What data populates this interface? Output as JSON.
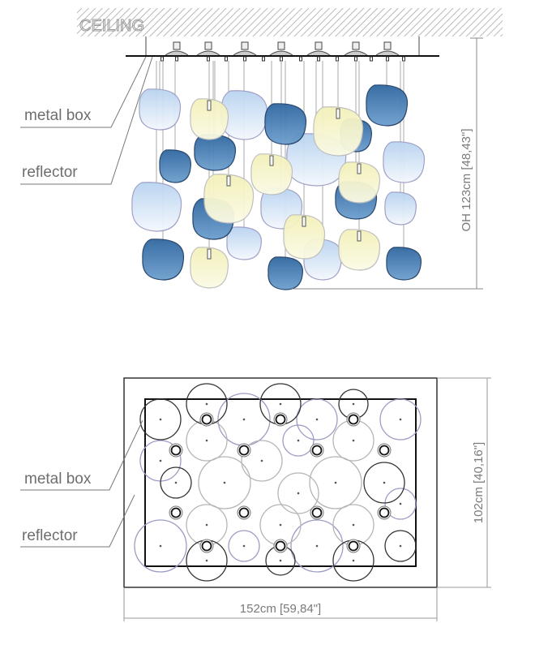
{
  "side_view": {
    "ceiling_label": "CEILING",
    "label_metal_box": "metal box",
    "label_reflector": "reflector",
    "height_dimension": "OH 123cm [48,43\"]"
  },
  "plan_view": {
    "label_metal_box": "metal box",
    "label_reflector": "reflector",
    "depth_dimension": "102cm [40,16\"]",
    "width_dimension": "152cm [59,84\"]"
  },
  "colors": {
    "dark_blue": "#3f78ad",
    "light_blue": "#dce9f8",
    "yellow": "#f6f4c8",
    "line": "#333333",
    "purple_outline": "#9c9cc4"
  }
}
